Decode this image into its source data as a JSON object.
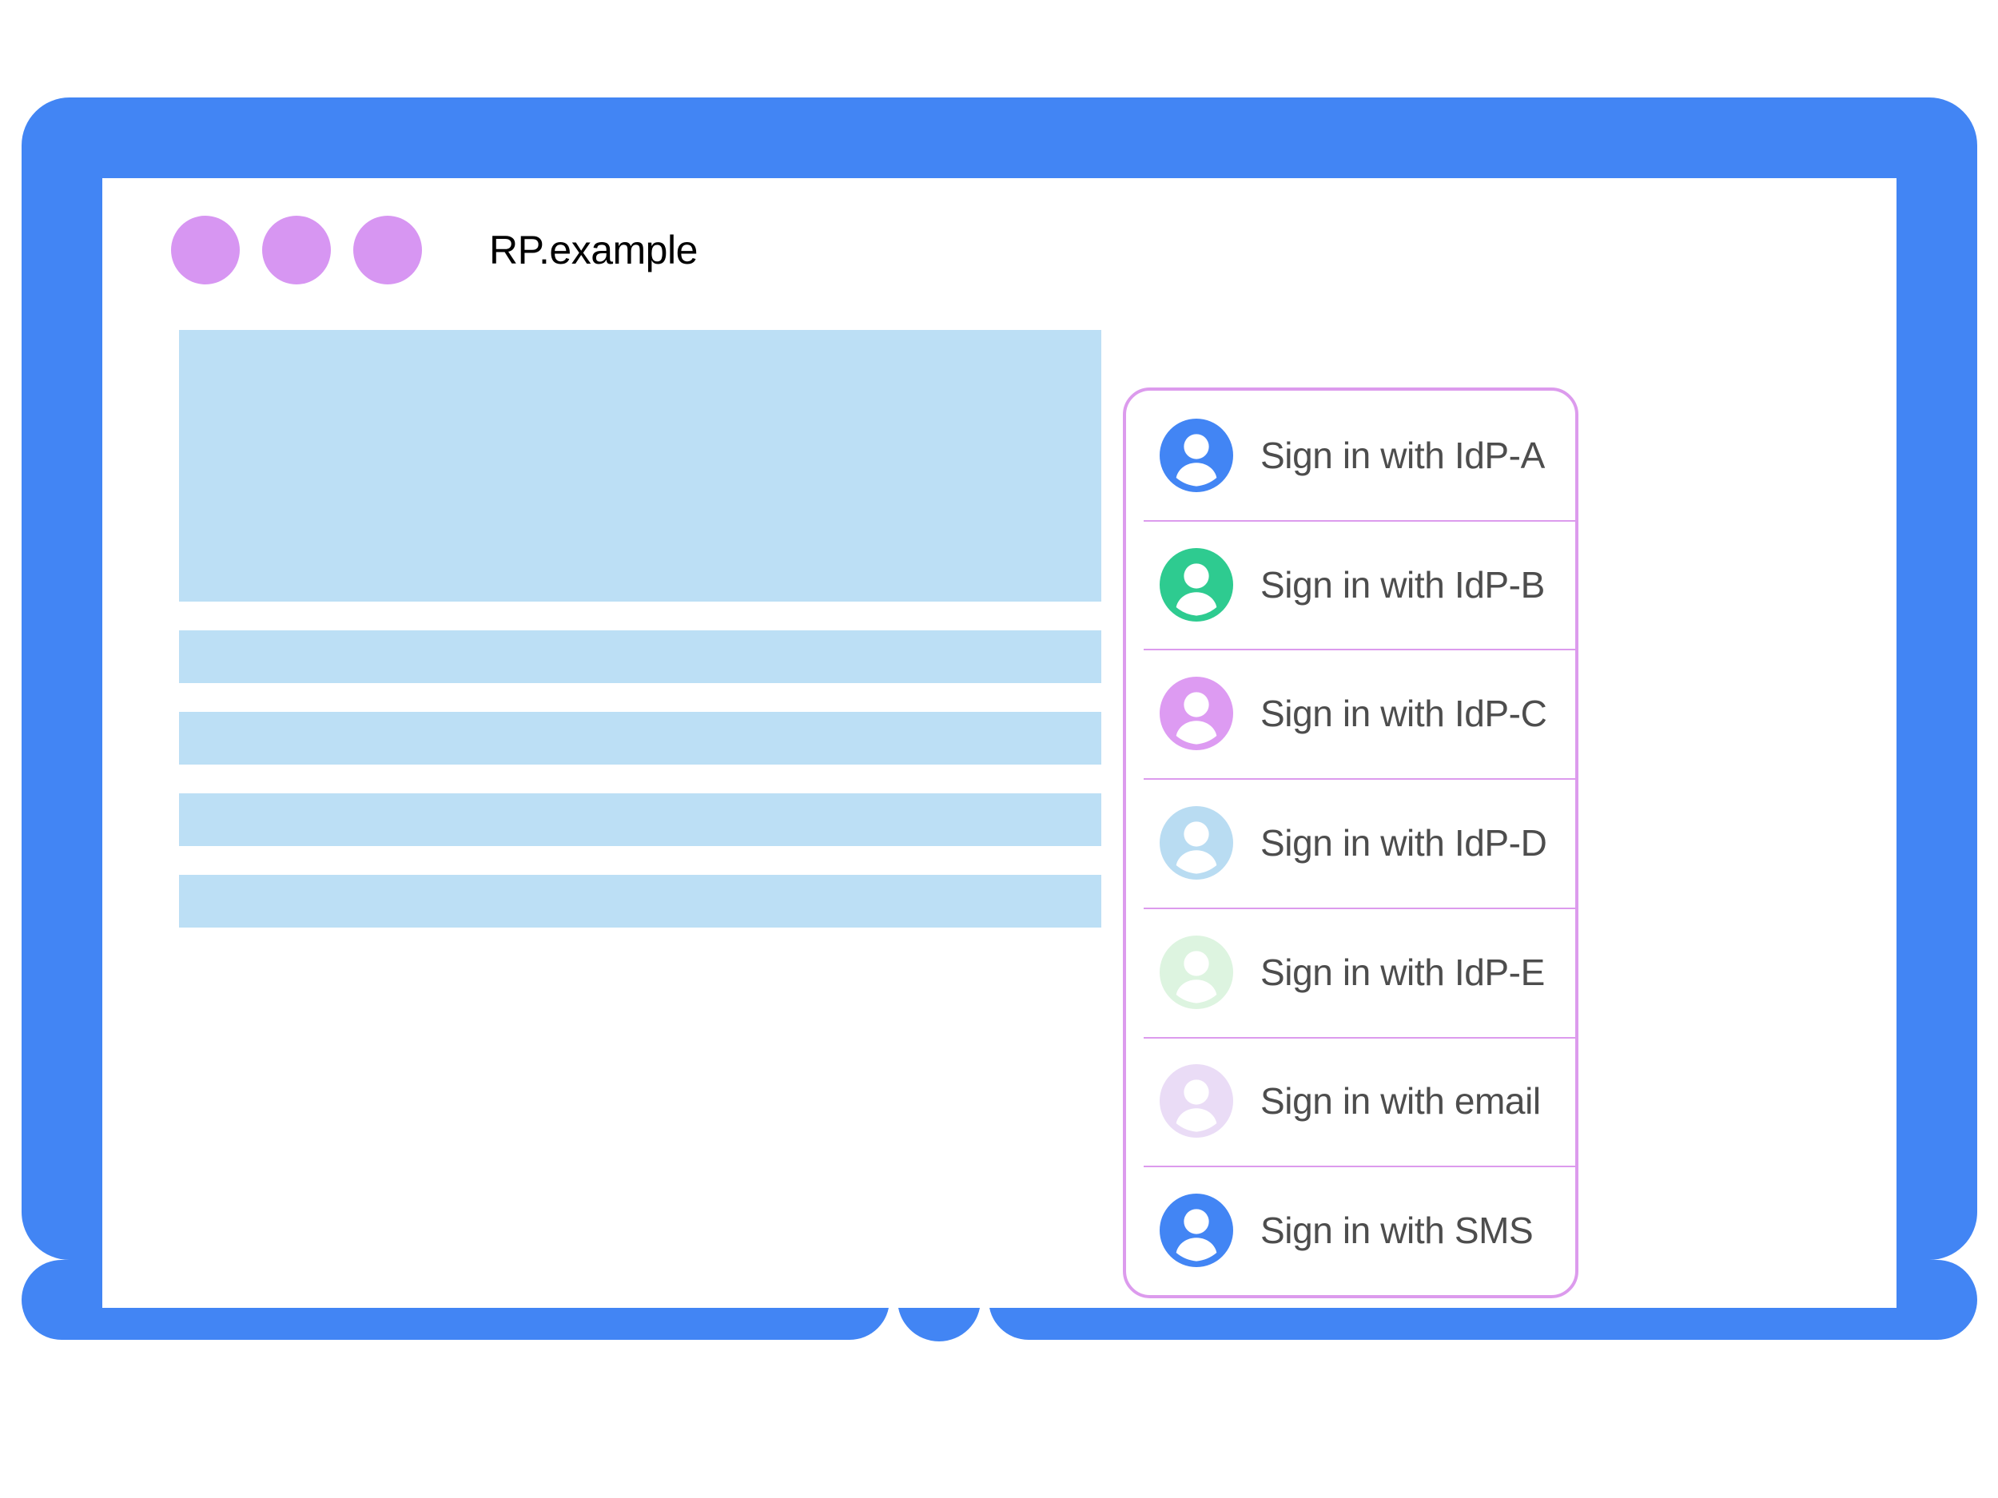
{
  "browser": {
    "title": "RP.example",
    "window_dots": [
      "dot-1",
      "dot-2",
      "dot-3"
    ],
    "dot_color": "#d796f2"
  },
  "page_content": {
    "placeholders": [
      {
        "name": "hero-block",
        "kind": "hero"
      },
      {
        "name": "text-line-1",
        "kind": "line"
      },
      {
        "name": "text-line-2",
        "kind": "line"
      },
      {
        "name": "text-line-3",
        "kind": "line"
      },
      {
        "name": "text-line-4",
        "kind": "line"
      }
    ],
    "placeholder_color": "#bcdff5"
  },
  "account_chooser": {
    "border_color": "#dc9bed",
    "divider_color": "#dc9bed",
    "label_color": "#4d4d4d",
    "accounts": [
      {
        "label": "Sign in with IdP-A",
        "icon": "account-avatar-icon",
        "avatar_color": "#4285f4"
      },
      {
        "label": "Sign in with IdP-B",
        "icon": "account-avatar-icon",
        "avatar_color": "#2ecb90"
      },
      {
        "label": "Sign in with IdP-C",
        "icon": "account-avatar-icon",
        "avatar_color": "#dd9bf2"
      },
      {
        "label": "Sign in with IdP-D",
        "icon": "account-avatar-icon",
        "avatar_color": "#b9dcf2"
      },
      {
        "label": "Sign in with IdP-E",
        "icon": "account-avatar-icon",
        "avatar_color": "#ddf4e0"
      },
      {
        "label": "Sign in with email",
        "icon": "account-avatar-icon",
        "avatar_color": "#eadcf6"
      },
      {
        "label": "Sign in with SMS",
        "icon": "account-avatar-icon",
        "avatar_color": "#4285f4"
      }
    ]
  },
  "device": {
    "frame_color": "#4285f4",
    "home_button": "home-button"
  }
}
